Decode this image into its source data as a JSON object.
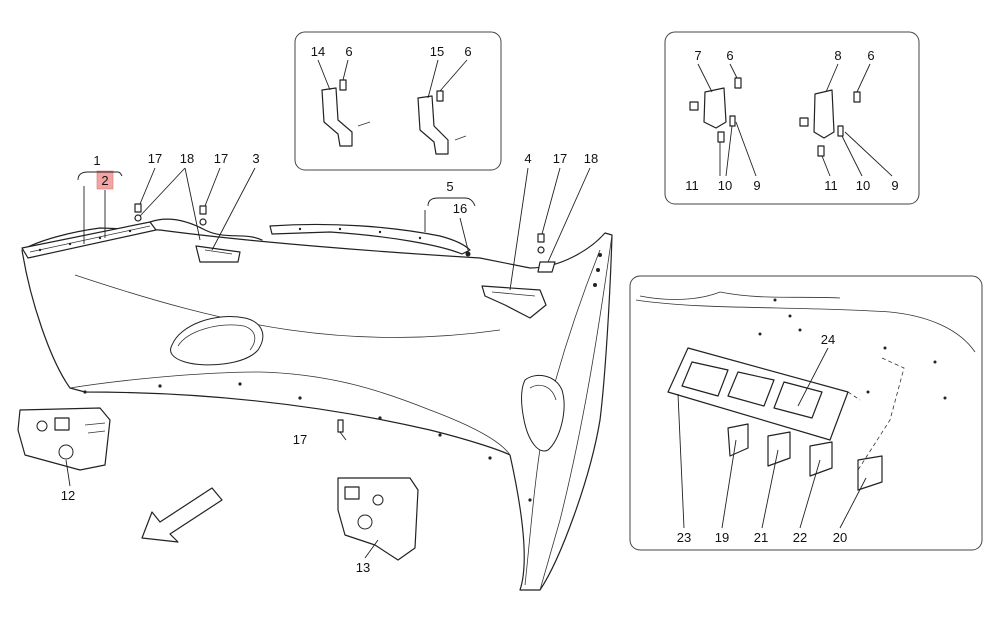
{
  "diagram": {
    "labels": {
      "l1": "1",
      "l2": "2",
      "l3": "3",
      "l4": "4",
      "l5": "5",
      "l6a": "6",
      "l6b": "6",
      "l6c": "6",
      "l6d": "6",
      "l7": "7",
      "l8": "8",
      "l9a": "9",
      "l9b": "9",
      "l10a": "10",
      "l10b": "10",
      "l11a": "11",
      "l11b": "11",
      "l12": "12",
      "l13": "13",
      "l14": "14",
      "l15": "15",
      "l16": "16",
      "l17a": "17",
      "l17b": "17",
      "l17c": "17",
      "l17d": "17",
      "l18a": "18",
      "l18b": "18",
      "l19": "19",
      "l20": "20",
      "l21": "21",
      "l22": "22",
      "l23": "23",
      "l24": "24"
    },
    "highlighted_part": "2",
    "highlight_color": "#f4a3a3",
    "direction_arrow": "front-arrow-icon"
  }
}
